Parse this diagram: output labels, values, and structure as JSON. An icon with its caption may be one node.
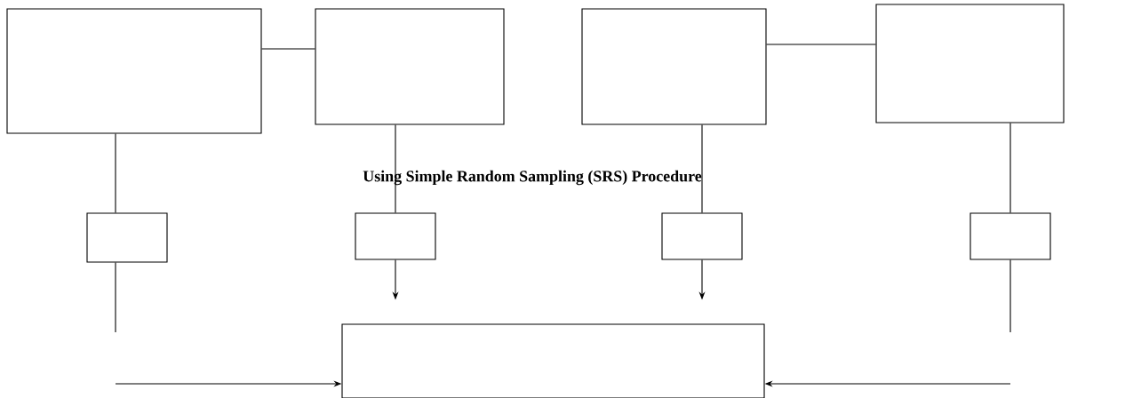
{
  "diagram": {
    "nodes": [
      {
        "text": [],
        "shape": "box"
      },
      {
        "text": [],
        "shape": "box"
      },
      {
        "text": [],
        "shape": "box"
      },
      {
        "text": [],
        "shape": "box"
      },
      {
        "text": [],
        "shape": "box"
      },
      {
        "text": [],
        "shape": "box"
      },
      {
        "text": [],
        "shape": "box"
      },
      {
        "text": [],
        "shape": "box"
      },
      {
        "text": [],
        "shape": "box"
      }
    ],
    "edges": [
      {
        "from": 0,
        "to": 1,
        "arrow": "none"
      },
      {
        "from": 2,
        "to": 3,
        "arrow": "none"
      },
      {
        "from": 0,
        "to": 4,
        "arrow": "none"
      },
      {
        "from": 1,
        "to": 5,
        "arrow": "none"
      },
      {
        "from": 2,
        "to": 6,
        "arrow": "none"
      },
      {
        "from": 3,
        "to": 7,
        "arrow": "none"
      },
      {
        "from": 4,
        "to": null,
        "arrow": "none"
      },
      {
        "from": null,
        "to": 8,
        "arrow": "to"
      },
      {
        "from": 5,
        "to": 8,
        "arrow": "to"
      },
      {
        "from": 6,
        "to": 8,
        "arrow": "to"
      },
      {
        "from": 7,
        "to": null,
        "arrow": "none"
      },
      {
        "from": null,
        "to": 8,
        "arrow": "to"
      }
    ],
    "labels": [
      "Using Simple Random Sampling (SRS) Procedure"
    ]
  }
}
